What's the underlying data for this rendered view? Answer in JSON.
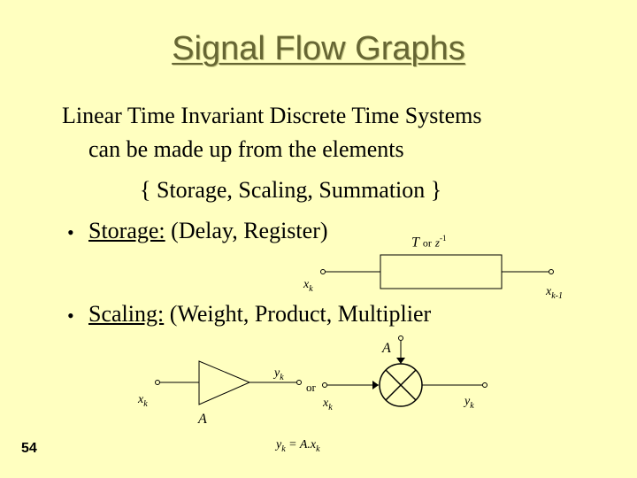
{
  "title": "Signal Flow Graphs",
  "intro": {
    "line1": "Linear Time Invariant Discrete Time Systems",
    "line2": "can be made up from the elements",
    "line3": "{ Storage, Scaling, Summation }"
  },
  "storage": {
    "bullet": "•",
    "term": "Storage:",
    "detail": "(Delay, Register)",
    "block_label_T": "T",
    "block_label_or": "or",
    "block_label_z": "z",
    "block_label_exp": "-1",
    "input_x": "x",
    "input_sub": "k",
    "output_x": "x",
    "output_sub": "k-1"
  },
  "scaling": {
    "bullet": "•",
    "term": "Scaling:",
    "detail": "(Weight, Product, Multiplier",
    "gain_A_top": "A",
    "amp_input_x": "x",
    "amp_input_sub": "k",
    "amp_output_y": "y",
    "amp_output_sub": "k",
    "amp_gain_A": "A",
    "or_text": "or",
    "mult_input_x": "x",
    "mult_input_sub": "k",
    "mult_output_y": "y",
    "mult_output_sub": "k",
    "equation_y": "y",
    "equation_y_sub": "k",
    "equation_mid": " = A.",
    "equation_x": "x",
    "equation_x_sub": "k"
  },
  "page_number": "54",
  "colors": {
    "background": "#ffffc0",
    "title": "#666633"
  }
}
